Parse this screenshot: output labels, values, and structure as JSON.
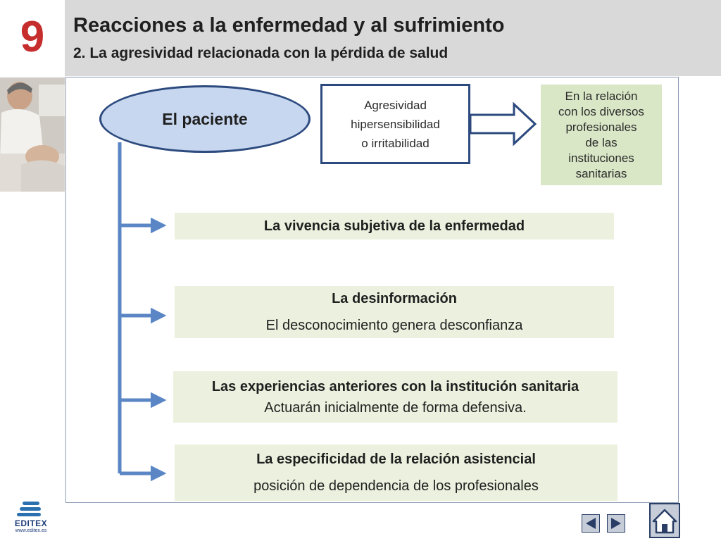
{
  "header": {
    "chapter_number": "9",
    "title": "Reacciones a la enfermedad y al sufrimiento",
    "subtitle": "2. La agresividad relacionada con la pérdida de salud"
  },
  "diagram": {
    "patient": "El paciente",
    "aggression": [
      "Agresividad",
      "hipersensibilidad",
      "o irritabilidad"
    ],
    "relation": [
      "En la relación",
      "con los diversos",
      "profesionales",
      "de las",
      "instituciones",
      "sanitarias"
    ],
    "items": [
      {
        "title": "La vivencia subjetiva de la enfermedad",
        "detail": ""
      },
      {
        "title": "La desinformación",
        "detail": "El desconocimiento genera desconfianza"
      },
      {
        "title": "Las experiencias anteriores con la institución sanitaria",
        "detail": "Actuarán inicialmente de forma defensiva."
      },
      {
        "title": "La especificidad de la relación asistencial",
        "detail": "posición de dependencia de los profesionales"
      }
    ]
  },
  "footer": {
    "logo_text": "EDITEX",
    "logo_url": "www.editex.es",
    "prev_icon": "triangle-left-icon",
    "next_icon": "triangle-right-icon",
    "home_icon": "home-icon"
  },
  "colors": {
    "accent": "#c62d2d",
    "header_bg": "#d9d9d9",
    "ellipse_fill": "#c7d7ef",
    "navy": "#2c4a7e",
    "arrow": "#5b86c5",
    "item_bg": "#ebf1de",
    "relation_bg": "#d9e7c6"
  }
}
